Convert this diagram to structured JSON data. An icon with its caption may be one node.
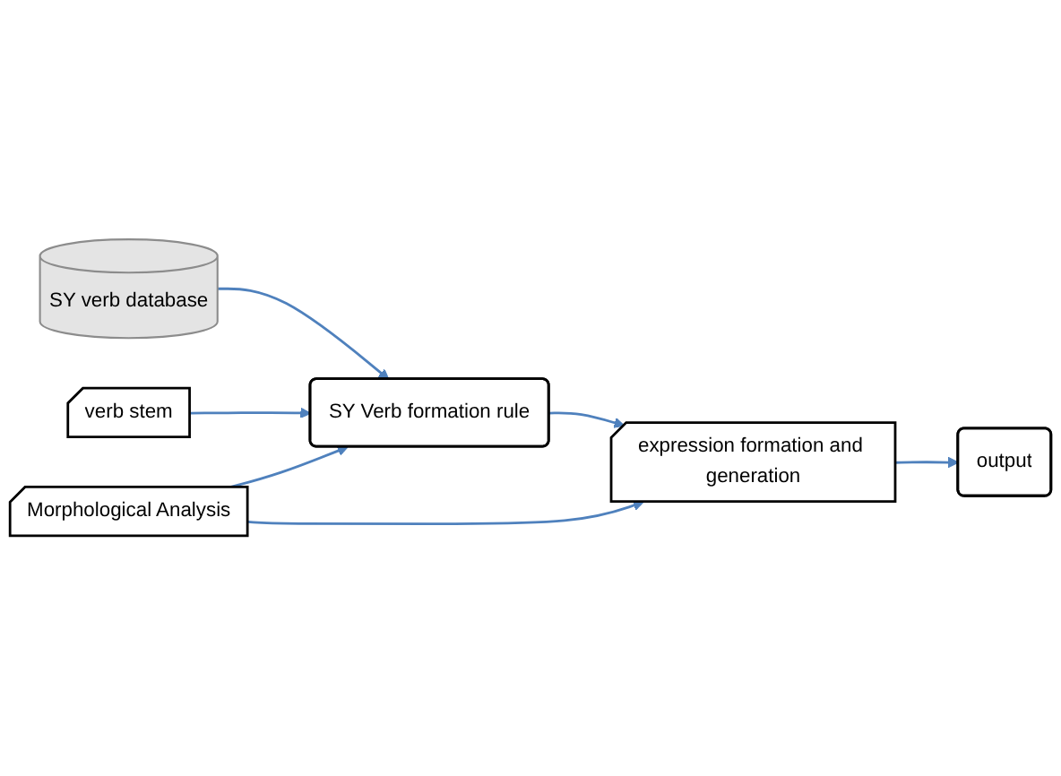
{
  "diagram": {
    "nodes": [
      {
        "text": [
          "SY verb database"
        ]
      },
      {
        "text": [
          "verb stem"
        ]
      },
      {
        "text": [
          "SY Verb formation rule"
        ]
      },
      {
        "text": [
          "Morphological Analysis"
        ]
      },
      {
        "text": [
          "output"
        ]
      },
      {
        "text": [
          "expression formation and generation"
        ]
      }
    ],
    "edges": [
      {
        "from": 0,
        "to": 2,
        "arrow": "to"
      },
      {
        "from": 1,
        "to": 2,
        "arrow": "to"
      },
      {
        "from": 3,
        "to": 2,
        "arrow": "to"
      },
      {
        "from": 2,
        "to": 5,
        "arrow": "to"
      },
      {
        "from": 3,
        "to": 5,
        "arrow": "to"
      },
      {
        "from": 5,
        "to": 4,
        "arrow": "to"
      }
    ]
  }
}
